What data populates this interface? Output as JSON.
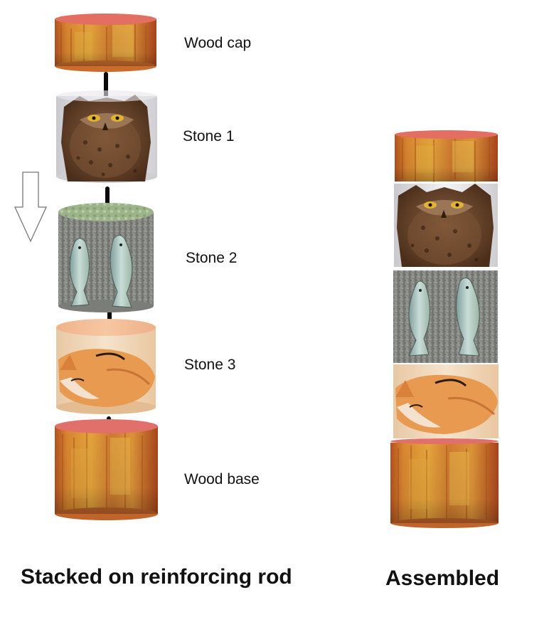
{
  "stack_labels": {
    "wood_cap": "Wood cap",
    "stone_1": "Stone 1",
    "stone_2": "Stone 2",
    "stone_3": "Stone 3",
    "wood_base": "Wood base"
  },
  "captions": {
    "stacked": "Stacked on reinforcing rod",
    "assembled": "Assembled"
  },
  "pieces": [
    {
      "id": "wood-cap",
      "material": "wood",
      "image": "wood grain"
    },
    {
      "id": "stone-1",
      "material": "stone",
      "image": "owl"
    },
    {
      "id": "stone-2",
      "material": "stone",
      "image": "two fish"
    },
    {
      "id": "stone-3",
      "material": "stone",
      "image": "sleeping fox"
    },
    {
      "id": "wood-base",
      "material": "wood",
      "image": "wood grain"
    }
  ],
  "icons": {
    "direction": "down-arrow-icon",
    "rod": "reinforcing-rod"
  },
  "colors": {
    "wood_light": "#d98a3c",
    "wood_dark": "#a8461c",
    "wood_top": "#e5786a",
    "owl_brown": "#5a3a22",
    "stone_gray": "#8a8c86",
    "fish_blue": "#9fb8b4",
    "fox_orange": "#e9a25a",
    "rod": "#0a0a0a"
  }
}
